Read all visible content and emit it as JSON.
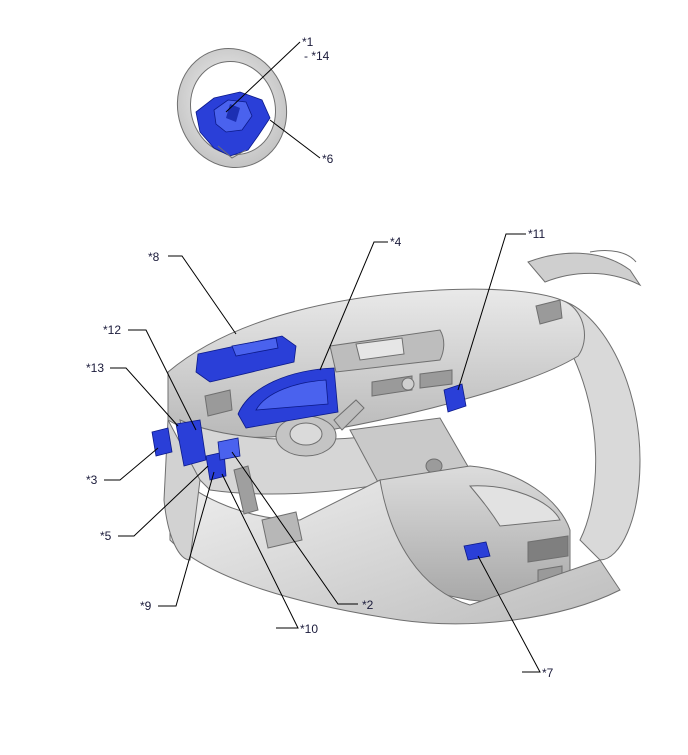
{
  "callouts": {
    "c1": "*1",
    "c14": "- *14",
    "c6": "*6",
    "c8": "*8",
    "c4": "*4",
    "c11": "*11",
    "c12": "*12",
    "c13": "*13",
    "c3": "*3",
    "c5": "*5",
    "c9": "*9",
    "c10": "*10",
    "c2": "*2",
    "c7": "*7"
  },
  "colors": {
    "component_highlight": "#2a3fd8",
    "dash_gray": "#d4d4d4",
    "outline": "#6f6f6f"
  }
}
